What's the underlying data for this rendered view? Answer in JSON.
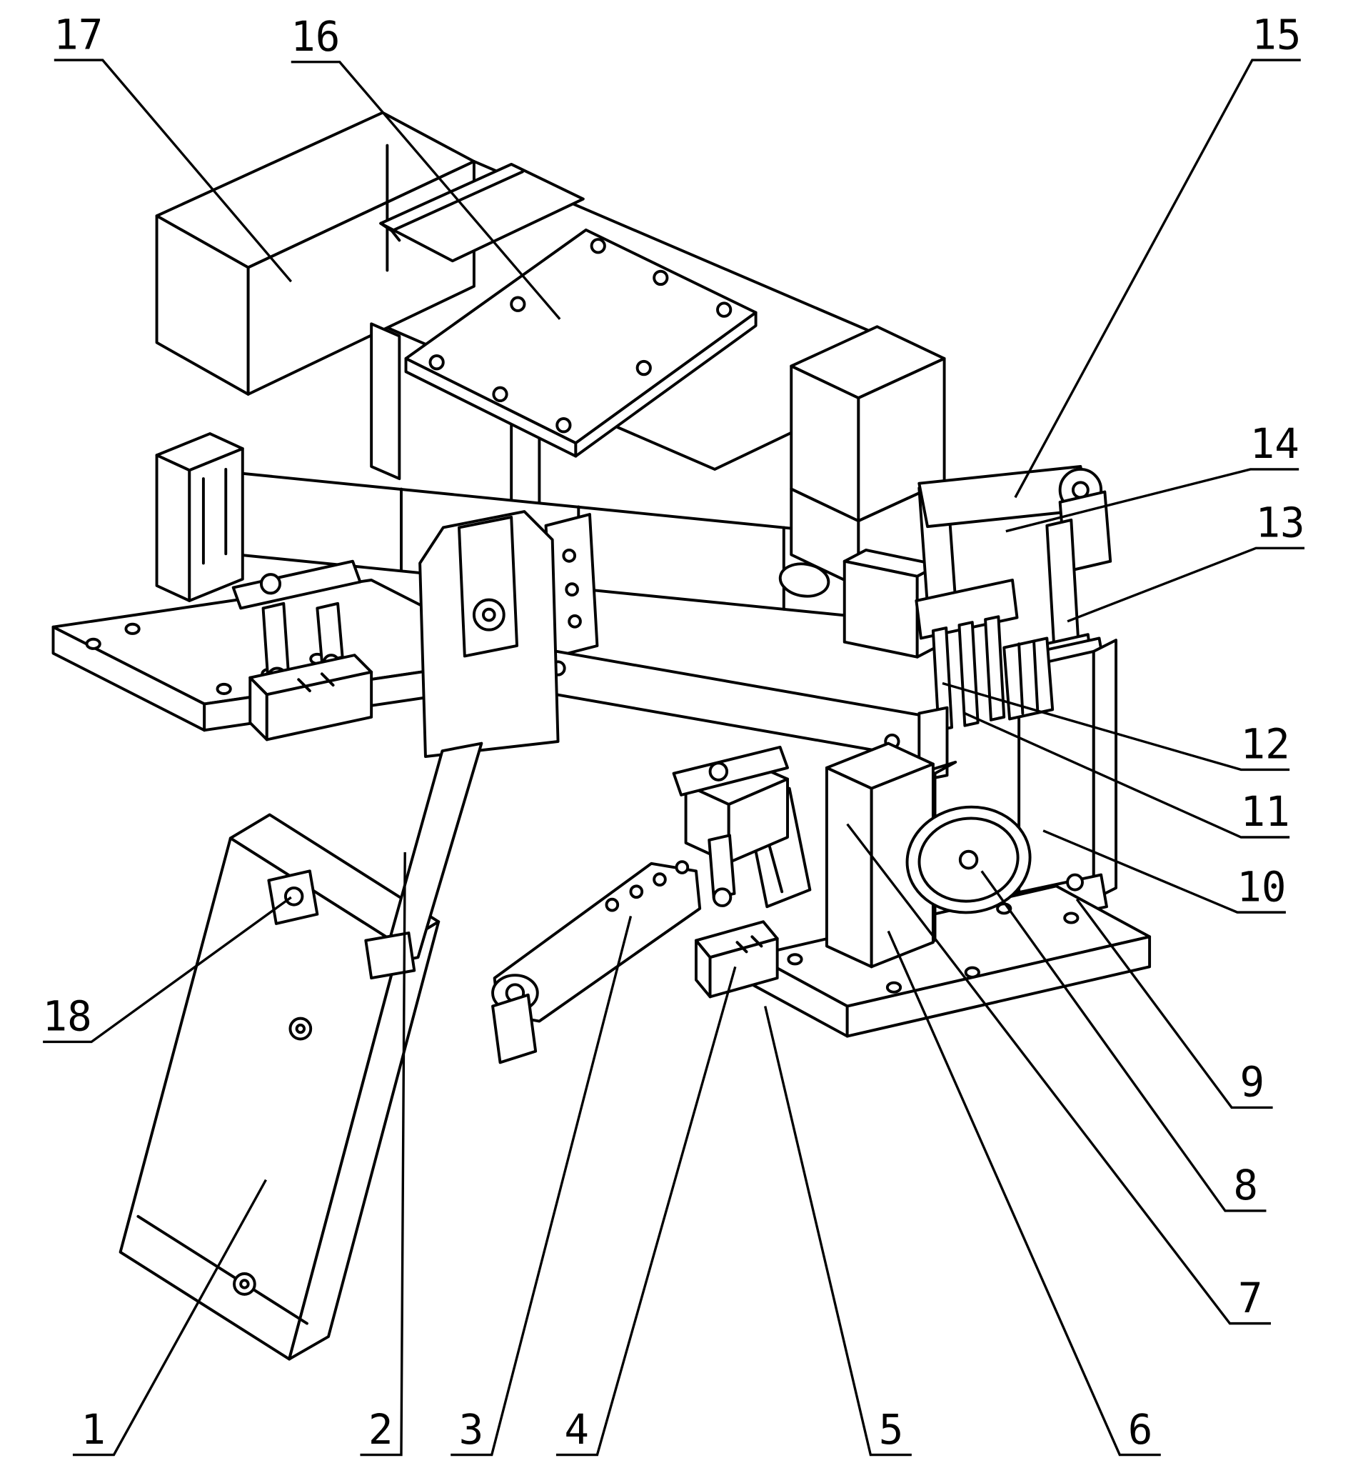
{
  "figure": {
    "ink_color": "#000000",
    "paper_color": "#ffffff"
  },
  "labels": {
    "1": "1",
    "2": "2",
    "3": "3",
    "4": "4",
    "5": "5",
    "6": "6",
    "7": "7",
    "8": "8",
    "9": "9",
    "10": "10",
    "11": "11",
    "12": "12",
    "13": "13",
    "14": "14",
    "15": "15",
    "16": "16",
    "17": "17",
    "18": "18"
  }
}
